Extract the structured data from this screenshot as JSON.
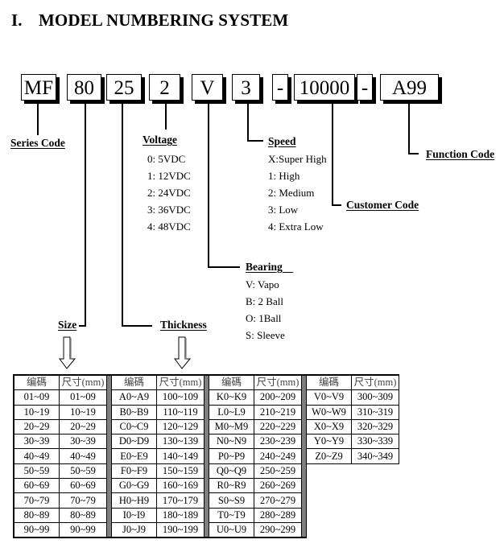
{
  "title": {
    "number": "I.",
    "text": "MODEL NUMBERING SYSTEM"
  },
  "code_boxes": [
    {
      "id": "series",
      "value": "MF"
    },
    {
      "id": "size",
      "value": "80"
    },
    {
      "id": "thickness",
      "value": "25"
    },
    {
      "id": "voltage",
      "value": "2"
    },
    {
      "id": "bearing",
      "value": "V"
    },
    {
      "id": "speed",
      "value": "3"
    },
    {
      "id": "dash1",
      "value": "-"
    },
    {
      "id": "customer",
      "value": "10000"
    },
    {
      "id": "dash2",
      "value": "-"
    },
    {
      "id": "function",
      "value": "A99"
    }
  ],
  "labels": {
    "series": "Series Code",
    "voltage": "Voltage",
    "speed": "Speed",
    "function": "Function Code",
    "customer": "Customer Code",
    "bearing": "Bearing",
    "size": "Size",
    "thickness": "Thickness"
  },
  "voltage_options": [
    "0: 5VDC",
    "1: 12VDC",
    "2: 24VDC",
    "3: 36VDC",
    "4: 48VDC"
  ],
  "speed_options": [
    "X:Super High",
    "1: High",
    "2: Medium",
    "3: Low",
    "4: Extra Low"
  ],
  "bearing_options": [
    "V: Vapo",
    "B: 2 Ball",
    "O: 1Ball",
    "S: Sleeve"
  ],
  "table": {
    "header_code": "编碼",
    "header_size": "尺寸(mm)",
    "groups": [
      [
        [
          "01~09",
          "01~09"
        ],
        [
          "10~19",
          "10~19"
        ],
        [
          "20~29",
          "20~29"
        ],
        [
          "30~39",
          "30~39"
        ],
        [
          "40~49",
          "40~49"
        ],
        [
          "50~59",
          "50~59"
        ],
        [
          "60~69",
          "60~69"
        ],
        [
          "70~79",
          "70~79"
        ],
        [
          "80~89",
          "80~89"
        ],
        [
          "90~99",
          "90~99"
        ]
      ],
      [
        [
          "A0~A9",
          "100~109"
        ],
        [
          "B0~B9",
          "110~119"
        ],
        [
          "C0~C9",
          "120~129"
        ],
        [
          "D0~D9",
          "130~139"
        ],
        [
          "E0~E9",
          "140~149"
        ],
        [
          "F0~F9",
          "150~159"
        ],
        [
          "G0~G9",
          "160~169"
        ],
        [
          "H0~H9",
          "170~179"
        ],
        [
          "I0~I9",
          "180~189"
        ],
        [
          "J0~J9",
          "190~199"
        ]
      ],
      [
        [
          "K0~K9",
          "200~209"
        ],
        [
          "L0~L9",
          "210~219"
        ],
        [
          "M0~M9",
          "220~229"
        ],
        [
          "N0~N9",
          "230~239"
        ],
        [
          "P0~P9",
          "240~249"
        ],
        [
          "Q0~Q9",
          "250~259"
        ],
        [
          "R0~R9",
          "260~269"
        ],
        [
          "S0~S9",
          "270~279"
        ],
        [
          "T0~T9",
          "280~289"
        ],
        [
          "U0~U9",
          "290~299"
        ]
      ],
      [
        [
          "V0~V9",
          "300~309"
        ],
        [
          "W0~W9",
          "310~319"
        ],
        [
          "X0~X9",
          "320~329"
        ],
        [
          "Y0~Y9",
          "330~339"
        ],
        [
          "Z0~Z9",
          "340~349"
        ]
      ]
    ]
  }
}
